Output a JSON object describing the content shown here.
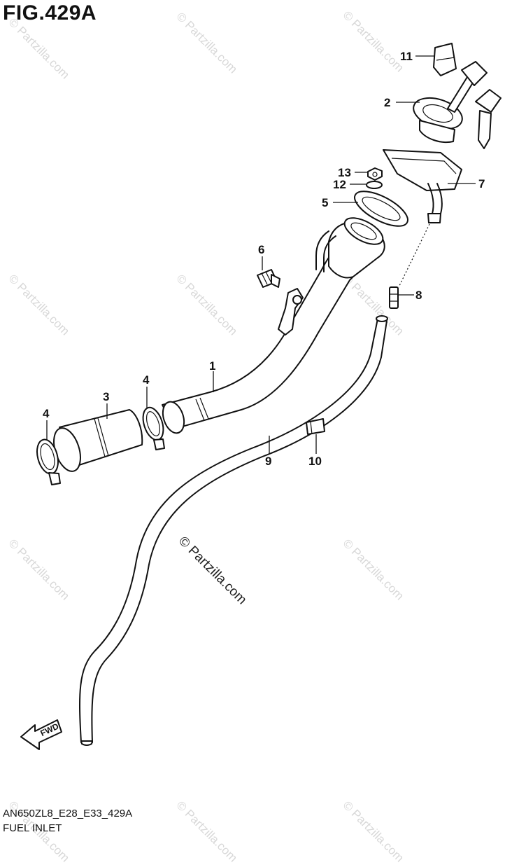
{
  "figure": {
    "title": "FIG.429A",
    "code": "AN650ZL8_E28_E33_429A",
    "subtitle": "FUEL INLET"
  },
  "watermark": {
    "text": "© Partzilla.com",
    "center_text": "© Partzilla.com"
  },
  "fwd_label": "FWD",
  "parts": [
    {
      "callout": "1"
    },
    {
      "callout": "2"
    },
    {
      "callout": "3"
    },
    {
      "callout": "4"
    },
    {
      "callout": "4"
    },
    {
      "callout": "5"
    },
    {
      "callout": "6"
    },
    {
      "callout": "7"
    },
    {
      "callout": "8"
    },
    {
      "callout": "9"
    },
    {
      "callout": "10"
    },
    {
      "callout": "11"
    },
    {
      "callout": "12"
    },
    {
      "callout": "13"
    }
  ]
}
